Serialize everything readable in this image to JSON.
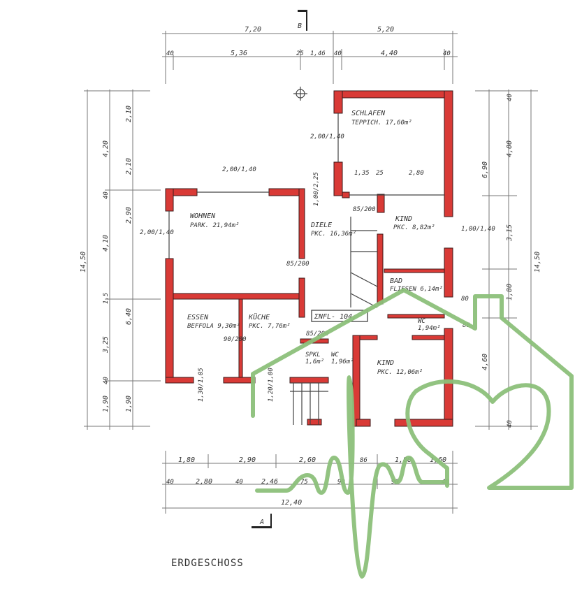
{
  "title": "ERDGESCHOSS",
  "total_area": "ΣNFL- 104,",
  "section_marks": {
    "top": "B",
    "bottom": "A"
  },
  "rooms": [
    {
      "name": "SCHLAFEN",
      "area": "TEPPICH. 17,60m²"
    },
    {
      "name": "WOHNEN",
      "area": "PARK. 21,94m²"
    },
    {
      "name": "DIELE",
      "area": "PKC. 16,36m²"
    },
    {
      "name": "KIND",
      "area": "PKC. 8,82m²"
    },
    {
      "name": "BAD",
      "area": "FLIESEN 6,14m²"
    },
    {
      "name": "ESSEN",
      "area": "BEFFOLA 9,30m²"
    },
    {
      "name": "KÜCHE",
      "area": "PKC. 7,76m²"
    },
    {
      "name": "SPKL",
      "area": "1,6m²"
    },
    {
      "name": "WC",
      "area": "1,96m²"
    },
    {
      "name": "WC",
      "area": "1,94m²"
    },
    {
      "name": "KIND",
      "area": "PKC. 12,06m²"
    }
  ],
  "dimensions": {
    "top_row1": [
      "7,20",
      "5,20"
    ],
    "top_row2": [
      "40",
      "5,36",
      "25",
      "1,46",
      "40",
      "4,40",
      "40"
    ],
    "bottom_row1": [
      "1,80",
      "2,90",
      "2,60",
      "86",
      "1,80",
      "1,60"
    ],
    "bottom_row2": [
      "40",
      "2,80",
      "40",
      "2,46",
      "75",
      "90",
      "90",
      "40"
    ],
    "bottom_total": "12,40",
    "left_outer": "14,50",
    "left_row1": [
      "4,20",
      "4,10",
      "6,40",
      "1,90"
    ],
    "left_row2": [
      "2,10",
      "2,10",
      "40",
      "2,90",
      "1,5",
      "3,25",
      "40",
      "1,90"
    ],
    "right_outer": "14,50",
    "right_row1": [
      "6,90",
      "4,60"
    ],
    "right_row2": [
      "40",
      "4,00",
      "3,15",
      "1,80",
      "80",
      "40"
    ],
    "openings": [
      "2,00/1,40",
      "2,00/1,40",
      "2,00/1,40",
      "1,00/1,40",
      "85/200",
      "85/200",
      "90/200",
      "85/200",
      "1,35",
      "25",
      "2,80",
      "1,00/2,25",
      "1,30/1,05",
      "1,20/1,00",
      "80"
    ]
  },
  "colors": {
    "wall": "#d93a36",
    "logo": "#8cc07a"
  }
}
